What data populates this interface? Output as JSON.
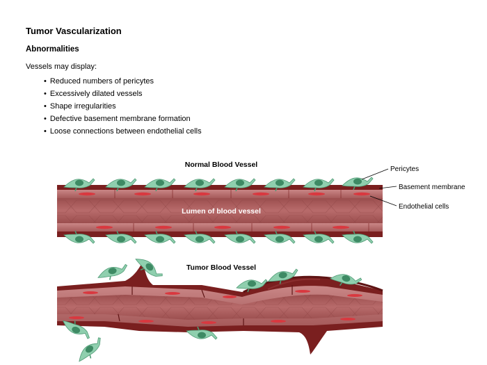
{
  "header": {
    "title": "Tumor Vascularization",
    "subtitle": "Abnormalities"
  },
  "content": {
    "intro": "Vessels may display:",
    "bullets": [
      "Reduced numbers of pericytes",
      "Excessively dilated vessels",
      "Shape irregularities",
      "Defective basement membrane formation",
      "Loose connections between endothelial cells"
    ]
  },
  "figure": {
    "normal_title": "Normal Blood Vessel",
    "tumor_title": "Tumor Blood Vessel",
    "lumen_label": "Lumen of blood vessel",
    "callouts": {
      "pericytes": "Pericytes",
      "basement": "Basement membrane",
      "endothelial": "Endothelial cells"
    }
  },
  "colors": {
    "vessel_wall": "#7a1f1f",
    "lumen": "#b86b6b",
    "lumen_dark": "#9b4e4e",
    "pericyte": "#8fcfae",
    "pericyte_nucleus": "#3e8a64"
  }
}
